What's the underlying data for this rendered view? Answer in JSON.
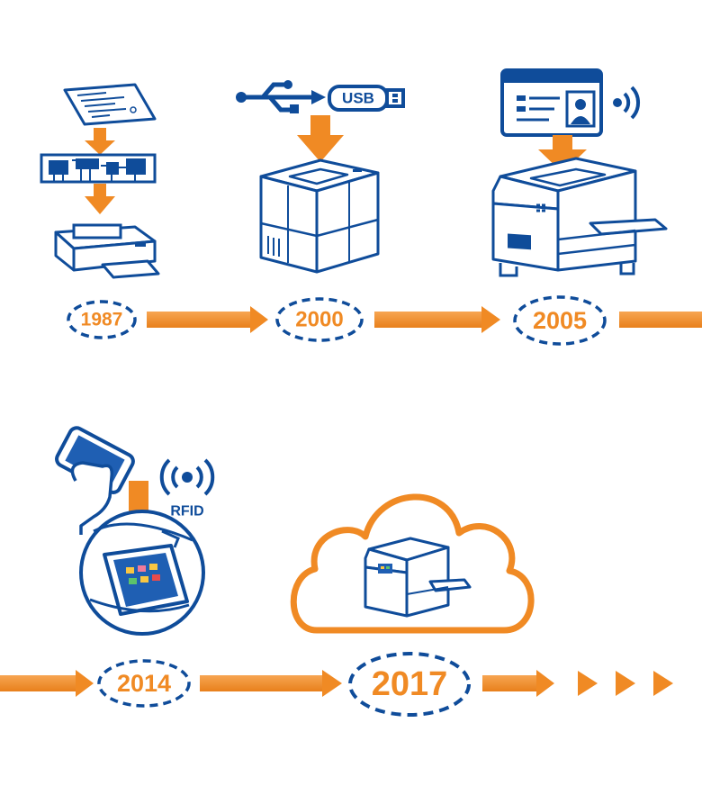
{
  "timeline": {
    "years": [
      "1987",
      "2000",
      "2005",
      "2014",
      "2017"
    ]
  },
  "icons": {
    "usb_label": "USB",
    "rfid_label": "RFID"
  },
  "colors": {
    "blue": "#0f4c9a",
    "orange": "#f08a24",
    "screen_blue": "#1f5fb3",
    "light_blue": "#e9f0fa"
  },
  "icon_names": [
    "document-icon",
    "circuit-board-icon",
    "inkjet-printer-icon",
    "usb-plug-icon",
    "laser-printer-icon",
    "id-card-icon",
    "wireless-icon",
    "multifunction-printer-icon",
    "smartphone-icon",
    "hand-icon",
    "touch-panel-icon",
    "cloud-icon",
    "cloud-printer-icon"
  ]
}
